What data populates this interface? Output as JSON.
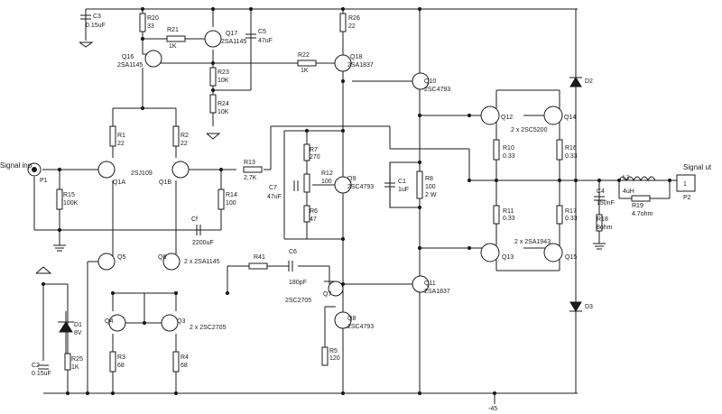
{
  "title": "",
  "components": {
    "C3": {
      "ref": "C3",
      "value": "0.15uF"
    },
    "R20": {
      "ref": "R20",
      "value": "33"
    },
    "R21": {
      "ref": "R21",
      "value": "1K"
    },
    "Q17": {
      "ref": "Q17",
      "value": "2SA1145"
    },
    "C5": {
      "ref": "C5",
      "value": "47uF"
    },
    "R26": {
      "ref": "R26",
      "value": "22"
    },
    "Q16": {
      "ref": "Q16",
      "value": "2SA1145"
    },
    "R22": {
      "ref": "R22",
      "value": "1K"
    },
    "Q18": {
      "ref": "Q18",
      "value": "2SA1837"
    },
    "R23": {
      "ref": "R23",
      "value": "10K"
    },
    "R24": {
      "ref": "R24",
      "value": "10K"
    },
    "Q10": {
      "ref": "Q10",
      "value": "2SC4793"
    },
    "D2": {
      "ref": "D2",
      "value": ""
    },
    "Q12": {
      "ref": "Q12",
      "value": ""
    },
    "Q14": {
      "ref": "Q14",
      "value": ""
    },
    "Q12_Q14_type": "2 x 2SC5200",
    "R10": {
      "ref": "R10",
      "value": "0.33"
    },
    "R16": {
      "ref": "R16",
      "value": "0.33"
    },
    "R1": {
      "ref": "R1",
      "value": "22"
    },
    "R2": {
      "ref": "R2",
      "value": "22"
    },
    "Q1": {
      "ref": "2SJ109",
      "a": "Q1A",
      "b": "Q1B"
    },
    "R13": {
      "ref": "R13",
      "value": "2,7K"
    },
    "R7": {
      "ref": "R7",
      "value": "270"
    },
    "R12": {
      "ref": "R12",
      "value": "100"
    },
    "Q9": {
      "ref": "Q9",
      "value": "2SC4793"
    },
    "C1": {
      "ref": "C1",
      "value": "1uF"
    },
    "R8": {
      "ref": "R8",
      "value": "100",
      "rating": "2 W"
    },
    "L1": {
      "ref": "L1",
      "value": "4uH"
    },
    "input": {
      "label": "Signal inp",
      "ref": "P1"
    },
    "output": {
      "label": "Signal ut",
      "ref": "P2",
      "pin": "1"
    },
    "R15": {
      "ref": "R15",
      "value": "100K"
    },
    "R14": {
      "ref": "R14",
      "value": "100"
    },
    "C7": {
      "ref": "C7",
      "value": "47uF"
    },
    "R6": {
      "ref": "R6",
      "value": "47"
    },
    "C4": {
      "ref": "C4",
      "value": "150nF"
    },
    "R19": {
      "ref": "R19",
      "value": "4.7ohm"
    },
    "R11": {
      "ref": "R11",
      "value": "0.33"
    },
    "R17": {
      "ref": "R17",
      "value": "0.33"
    },
    "R18": {
      "ref": "R18",
      "value": "8ohm"
    },
    "Cf": {
      "ref": "Cf",
      "value": "2200uF"
    },
    "Q13": {
      "ref": "Q13",
      "value": ""
    },
    "Q15": {
      "ref": "Q15",
      "value": ""
    },
    "Q13_Q15_type": "2 x 2SA1943",
    "Q5": {
      "ref": "Q5",
      "value": ""
    },
    "Q6": {
      "ref": "Q6",
      "value": ""
    },
    "Q5_Q6_type": "2 x 2SA1145",
    "R41": {
      "ref": "R41",
      "value": ""
    },
    "C6": {
      "ref": "C6",
      "value": "180pF"
    },
    "Q7": {
      "ref": "Q7",
      "value": "2SC2705"
    },
    "Q11": {
      "ref": "Q11",
      "value": "2SA1837"
    },
    "Q4": {
      "ref": "Q4",
      "value": ""
    },
    "Q3": {
      "ref": "Q3",
      "value": ""
    },
    "Q3_Q4_type": "2 x 2SC2705",
    "Q8": {
      "ref": "Q8",
      "value": "2SC4793"
    },
    "D1": {
      "ref": "D1",
      "value": "8V"
    },
    "D3": {
      "ref": "D3",
      "value": ""
    },
    "R5": {
      "ref": "R5",
      "value": "120"
    },
    "C2": {
      "ref": "C2",
      "value": "0.15uF"
    },
    "R25": {
      "ref": "R25",
      "value": "1K"
    },
    "R3": {
      "ref": "R3",
      "value": "68"
    },
    "R4": {
      "ref": "R4",
      "value": "68"
    },
    "neg_supply": "-45"
  }
}
